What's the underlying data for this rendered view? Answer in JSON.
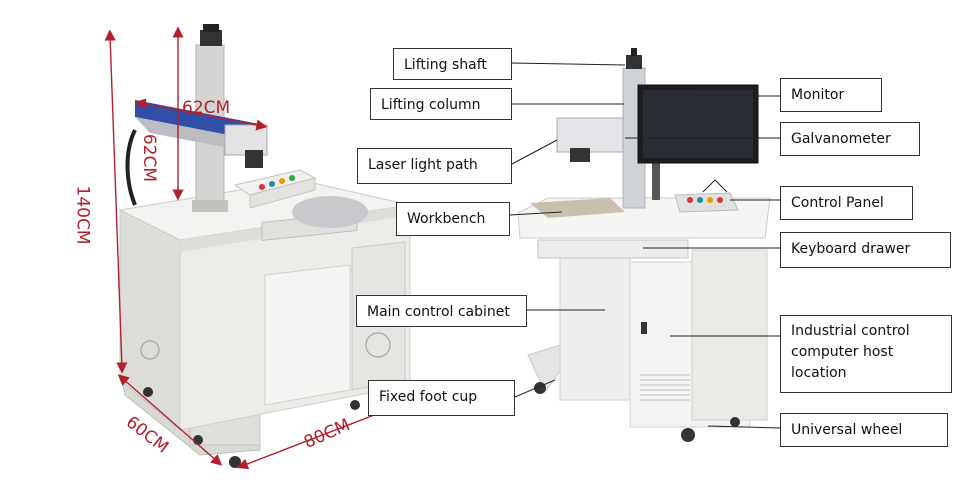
{
  "dimensions": {
    "height": "140CM",
    "depth": "60CM",
    "width": "80CM",
    "arm_length": "62CM",
    "arm_height": "62CM"
  },
  "callouts": {
    "lifting_shaft": "Lifting shaft",
    "lifting_column": "Lifting column",
    "laser_light_path": "Laser light path",
    "workbench": "Workbench",
    "main_control_cabinet": "Main control cabinet",
    "fixed_foot_cup": "Fixed foot cup",
    "monitor": "Monitor",
    "galvanometer": "Galvanometer",
    "control_panel": "Control Panel",
    "keyboard_drawer": "Keyboard drawer",
    "industrial_control_host": "Industrial control computer host location",
    "universal_wheel": "Universal wheel"
  },
  "colors": {
    "dimension": "#b3202c",
    "machine_body": "#e8e8e6",
    "laser_head": "#2f4fa8",
    "line": "#222222"
  }
}
